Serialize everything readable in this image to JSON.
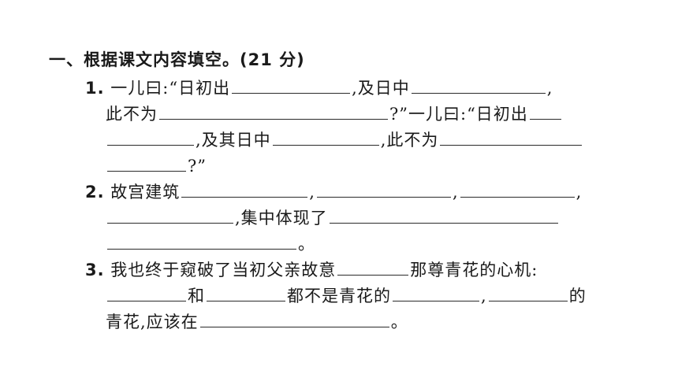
{
  "section": {
    "title": "一、根据课文内容填空。(21 分)"
  },
  "q1": {
    "num": "1.",
    "t1": "一儿曰:“日初出",
    "t2": ",及日中",
    "t3": ",",
    "t4": "此不为",
    "t5": "?”一儿曰:“日初出",
    "t6": ",及其日中",
    "t7": ",此不为",
    "t8": "?”"
  },
  "q2": {
    "num": "2.",
    "t1": "故宫建筑",
    "t2": ",",
    "t3": ",",
    "t4": ",",
    "t5": ",集中体现了",
    "t6": "。"
  },
  "q3": {
    "num": "3.",
    "t1": "我也终于窥破了当初父亲故意",
    "t2": "那尊青花的心机:",
    "t3": "和",
    "t4": "都不是青花的",
    "t5": ",",
    "t6": "的",
    "t7": "青花,应该在",
    "t8": "。"
  }
}
